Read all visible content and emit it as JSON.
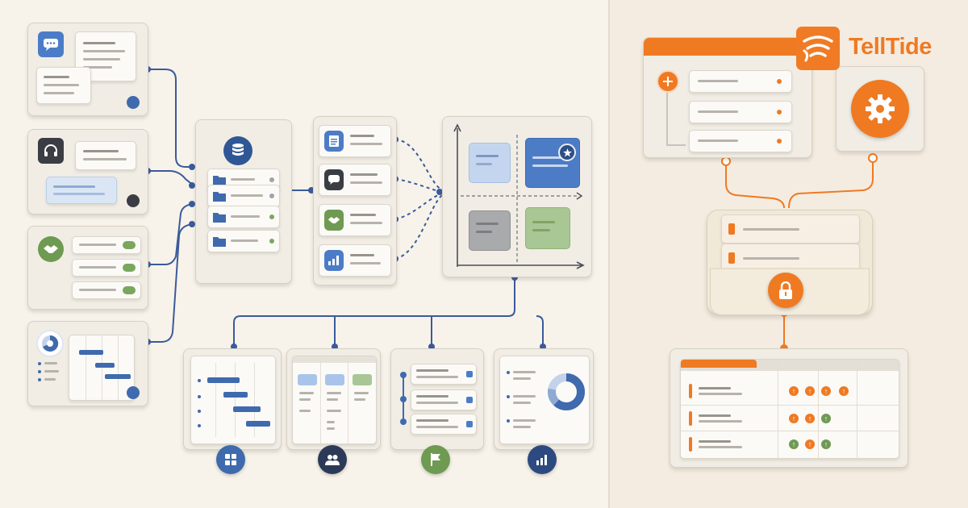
{
  "brand": {
    "name": "TellTide",
    "accent": "#ef7a22",
    "logo_icon": "signal-waves-icon"
  },
  "colors": {
    "blue": "#3f6aad",
    "green": "#6e9a52",
    "orange": "#ef7a22",
    "dark": "#3b3d44",
    "wire_blue": "#3b5a9b",
    "wire_orange": "#ef7a22"
  },
  "sources": [
    {
      "name": "chat-messages",
      "icon": "chat-bubble-icon"
    },
    {
      "name": "support-calls",
      "icon": "headset-icon"
    },
    {
      "name": "partner-deals",
      "icon": "handshake-icon"
    },
    {
      "name": "project-timeline",
      "icon": "pie-chart-icon"
    }
  ],
  "categories": [
    {
      "name": "documents",
      "icon": "document-icon"
    },
    {
      "name": "conversations",
      "icon": "chat-bubble-icon"
    },
    {
      "name": "partnerships",
      "icon": "handshake-icon"
    },
    {
      "name": "analytics",
      "icon": "bar-chart-icon"
    }
  ],
  "outputs": [
    {
      "name": "roadmap-view",
      "icon": "grid-icon"
    },
    {
      "name": "board-view",
      "icon": "team-icon"
    },
    {
      "name": "milestones-view",
      "icon": "flag-icon"
    },
    {
      "name": "insights-view",
      "icon": "bar-chart-icon"
    }
  ]
}
